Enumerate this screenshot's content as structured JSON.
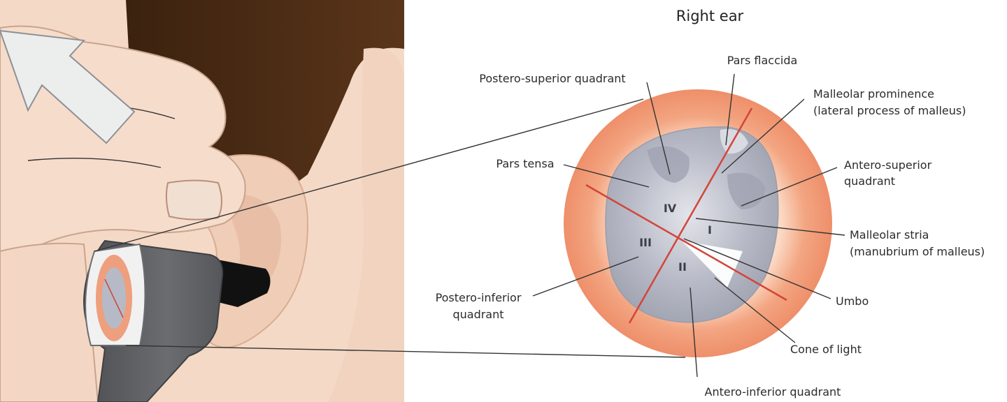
{
  "title": "Right ear",
  "labels": {
    "pars_flaccida": "Pars flaccida",
    "postero_superior": "Postero-superior quadrant",
    "malleolar_prominence_1": "Malleolar prominence",
    "malleolar_prominence_2": "(lateral process of malleus)",
    "pars_tensa": "Pars tensa",
    "antero_superior_1": "Antero-superior",
    "antero_superior_2": "quadrant",
    "malleolar_stria_1": "Malleolar stria",
    "malleolar_stria_2": "(manubrium of malleus)",
    "postero_inferior_1": "Postero-inferior",
    "postero_inferior_2": "quadrant",
    "umbo": "Umbo",
    "cone_of_light": "Cone of light",
    "antero_inferior": "Antero-inferior quadrant"
  },
  "quadrant_numerals": {
    "q1": "I",
    "q2": "II",
    "q3": "III",
    "q4": "IV"
  },
  "colors": {
    "skin": "#f4d9c6",
    "skin_shadow": "#e6c2aa",
    "hair": "#4a2c14",
    "canal_ring": "#f0a07e",
    "tympanic_membrane": "#b7bac6",
    "axis_line": "#d2453a",
    "otoscope": "#5d5f63",
    "arrow": "#eceded"
  }
}
